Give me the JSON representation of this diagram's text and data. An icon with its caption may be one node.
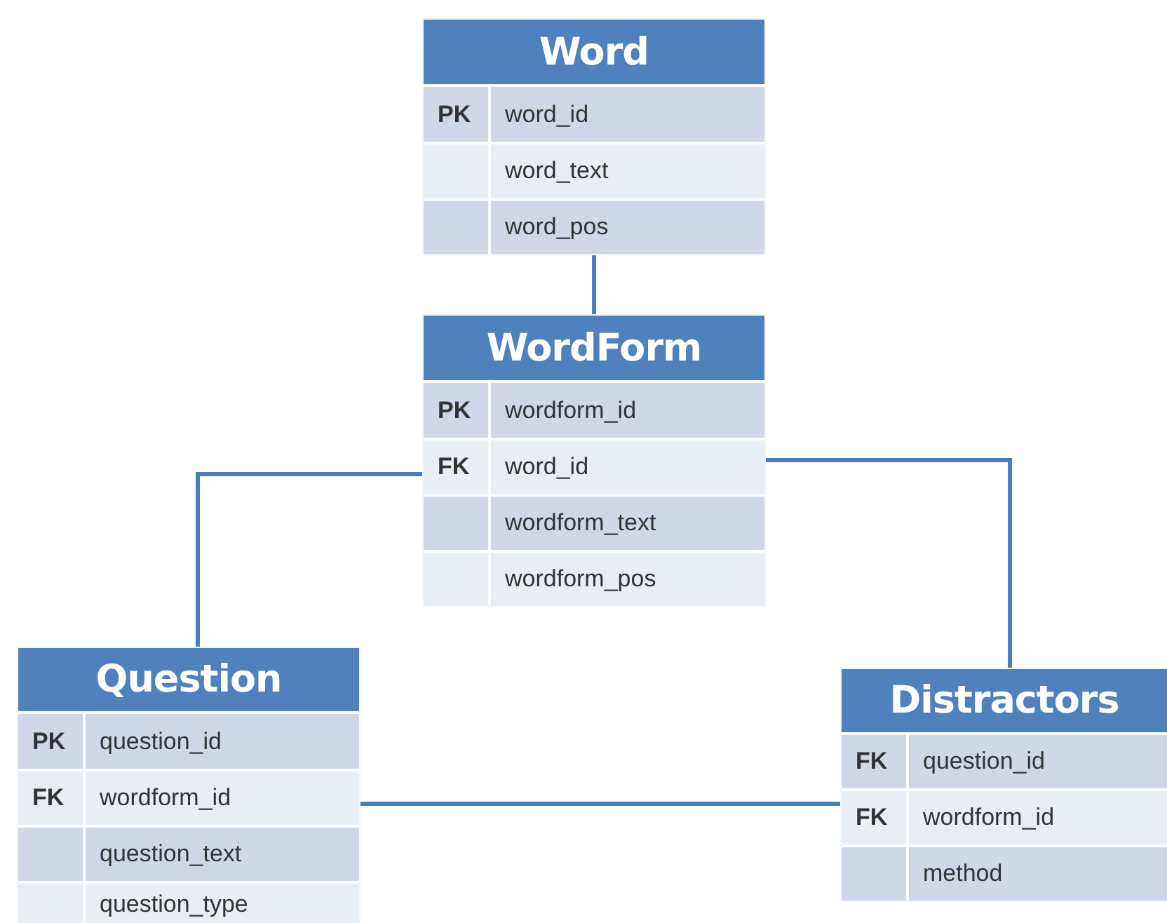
{
  "diagram": {
    "nodes": [
      {
        "text": [
          "Word"
        ]
      },
      {
        "text": [
          "PK",
          "word_id"
        ],
        "in": 0
      },
      {
        "text": [
          "word_text"
        ],
        "in": 0
      },
      {
        "text": [
          "word_pos"
        ],
        "in": 0
      },
      {
        "text": [
          "WordForm"
        ]
      },
      {
        "text": [
          "PK",
          "wordform_id"
        ],
        "in": 4
      },
      {
        "text": [
          "FK",
          "word_id"
        ],
        "in": 4
      },
      {
        "text": [
          "wordform_text"
        ],
        "in": 4
      },
      {
        "text": [
          "wordform_pos"
        ],
        "in": 4
      },
      {
        "text": [
          "Question"
        ]
      },
      {
        "text": [
          "PK",
          "question_id"
        ],
        "in": 9
      },
      {
        "text": [
          "FK",
          "wordform_id"
        ],
        "in": 9
      },
      {
        "text": [
          "question_text"
        ],
        "in": 9
      },
      {
        "text": [
          "question_type"
        ],
        "in": 9
      },
      {
        "text": [
          "Distractors"
        ]
      },
      {
        "text": [
          "FK",
          "question_id"
        ],
        "in": 14
      },
      {
        "text": [
          "FK",
          "wordform_id"
        ],
        "in": 14
      },
      {
        "text": [
          "method"
        ],
        "in": 14
      }
    ],
    "edges": [
      {
        "from": 0,
        "to": 4,
        "arrow": "none"
      },
      {
        "from": 4,
        "to": 9,
        "arrow": "none"
      },
      {
        "from": 4,
        "to": 14,
        "arrow": "none"
      },
      {
        "from": 9,
        "to": 14,
        "arrow": "none"
      }
    ]
  }
}
